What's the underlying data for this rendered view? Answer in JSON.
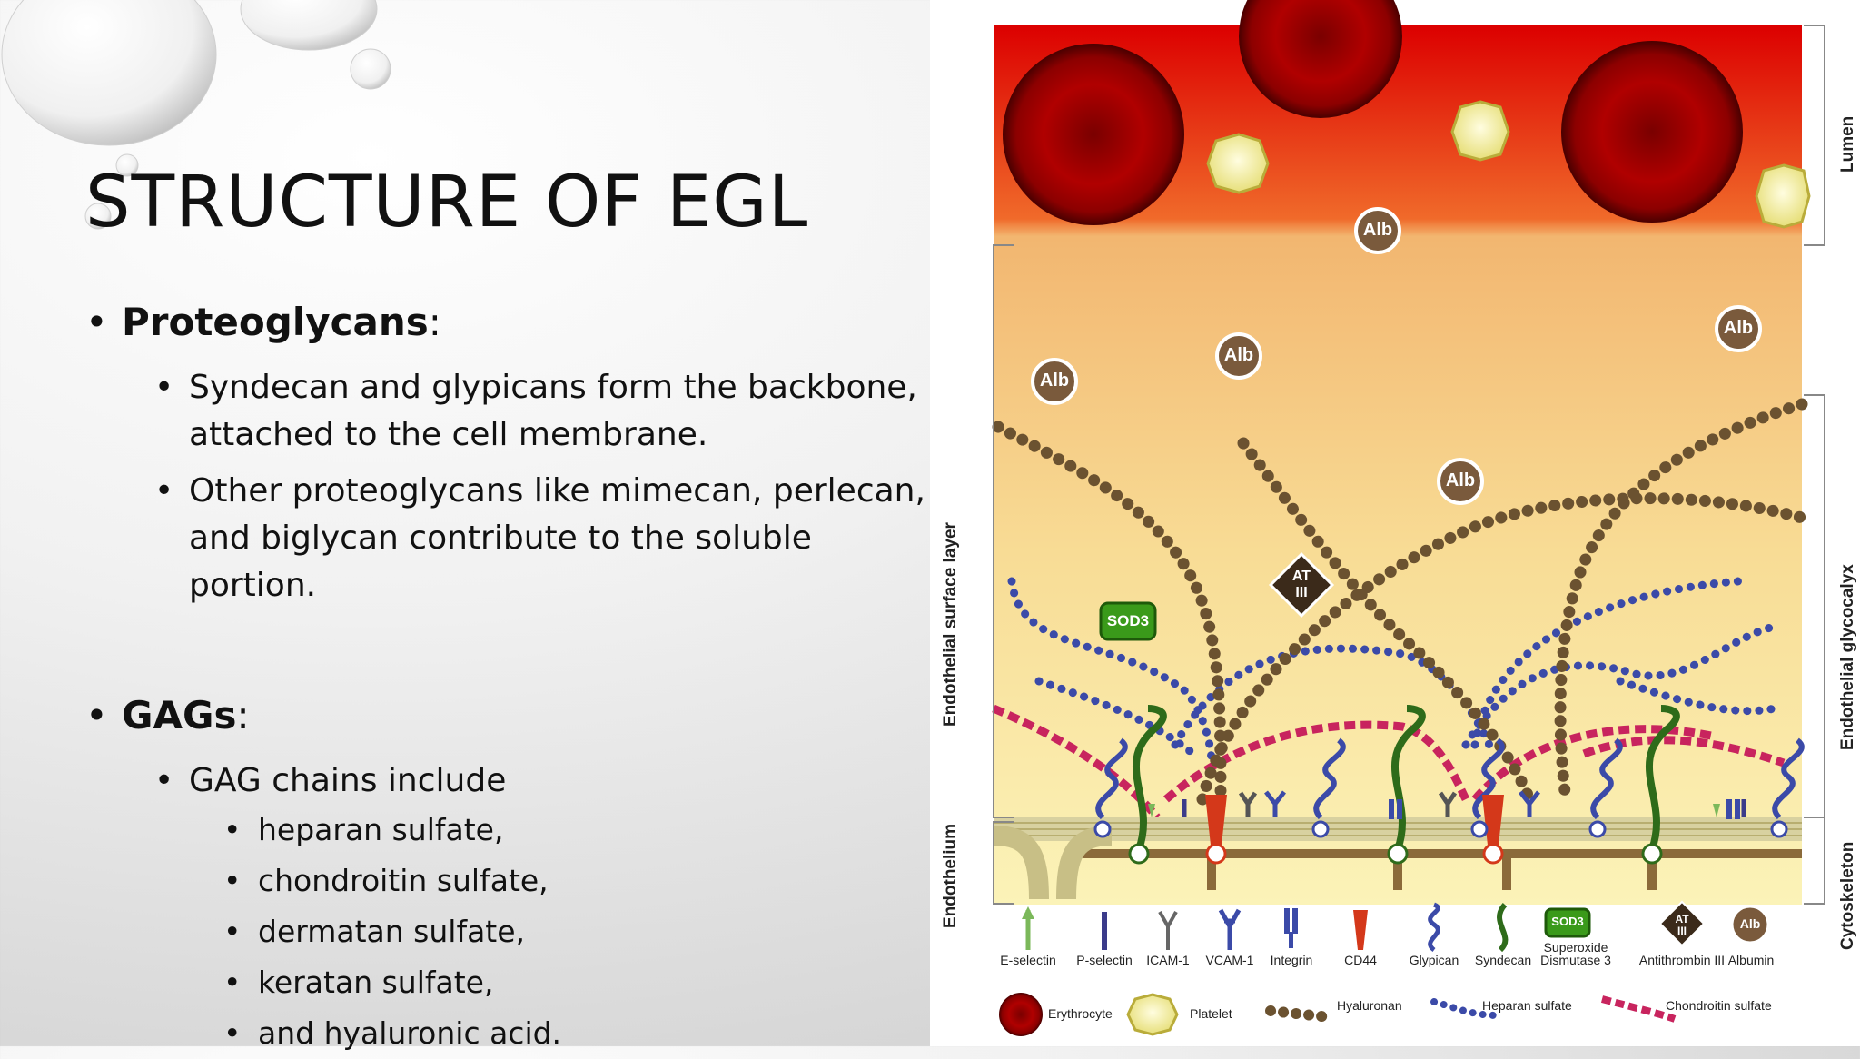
{
  "slide": {
    "title": "STRUCTURE OF EGL",
    "sections": [
      {
        "heading": "Proteoglycans",
        "colon": ":",
        "items": [
          "Syndecan and glypicans form the backbone, attached to the cell membrane.",
          "Other proteoglycans like mimecan, perlecan, and biglycan contribute to the soluble portion."
        ]
      },
      {
        "heading": "GAGs",
        "colon": ":",
        "items": [
          "GAG chains include"
        ],
        "subitems": [
          "heparan sulfate,",
          "chondroitin sulfate,",
          "dermatan sulfate,",
          "keratan sulfate,",
          "and hyaluronic acid."
        ]
      }
    ]
  },
  "diagram": {
    "side_labels": {
      "lumen": "Lumen",
      "endothelial_glycocalyx": "Endothelial glycocalyx",
      "cytoskeleton": "Cytoskeleton",
      "endothelial_surface_layer": "Endothelial surface layer",
      "endothelium": "Endothelium"
    },
    "molecule_tags": {
      "albumin": "Alb",
      "sod3": "SOD3",
      "at_line1": "AT",
      "at_line2": "III"
    },
    "legend_row1": [
      "E-selectin",
      "P-selectin",
      "ICAM-1",
      "VCAM-1",
      "Integrin",
      "CD44",
      "Glypican",
      "Syndecan",
      "Superoxide Dismutase 3",
      "Antithrombin III",
      "Albumin"
    ],
    "legend_row2": [
      "Erythrocyte",
      "Platelet",
      "Hyaluronan",
      "Heparan sulfate",
      "Chondroitin sulfate"
    ],
    "colors": {
      "lumen_red": "#d80000",
      "glycocalyx_yellow": "#fbf3b8",
      "hyaluronan": "#6b5230",
      "heparan": "#3b4aa8",
      "chondroitin": "#c8245e",
      "syndecan": "#2e6b1a",
      "sod3": "#3a9a1a"
    }
  }
}
